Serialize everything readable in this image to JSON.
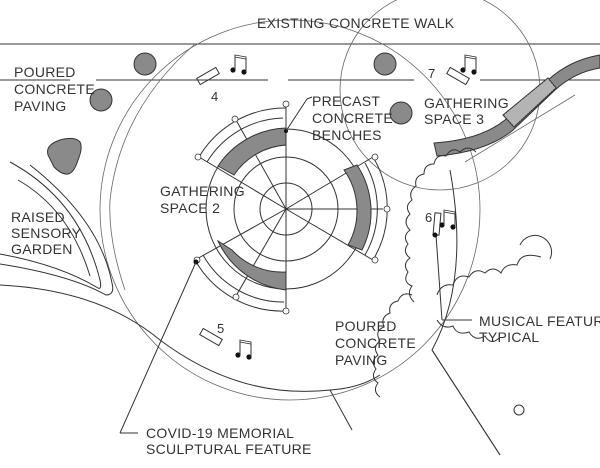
{
  "drawing": {
    "title": "Site plan – musical gathering spaces",
    "labels": {
      "existing_walk": "EXISTING CONCRETE WALK",
      "poured_paving_top": [
        "POURED",
        "CONCRETE",
        "PAVING"
      ],
      "precast_benches": [
        "PRECAST",
        "CONCRETE",
        "BENCHES"
      ],
      "gathering_space_3": [
        "GATHERING",
        "SPACE 3"
      ],
      "gathering_space_2": [
        "GATHERING",
        "SPACE 2"
      ],
      "raised_sensory_garden": [
        "RAISED",
        "SENSORY",
        "GARDEN"
      ],
      "poured_paving_bottom": [
        "POURED",
        "CONCRETE",
        "PAVING"
      ],
      "musical_feature": [
        "MUSICAL FEATURE",
        "TYPICAL"
      ],
      "covid_memorial": [
        "COVID-19 MEMORIAL",
        "SCULPTURAL FEATURE"
      ]
    },
    "musical_features": [
      {
        "number": "4",
        "icon": "music-note-icon"
      },
      {
        "number": "7",
        "icon": "music-note-icon"
      },
      {
        "number": "6",
        "icon": "music-note-icon"
      },
      {
        "number": "5",
        "icon": "music-note-icon"
      }
    ],
    "colors": {
      "line": "#333333",
      "hatch": "#8a8a8a",
      "background": "#ffffff"
    }
  }
}
